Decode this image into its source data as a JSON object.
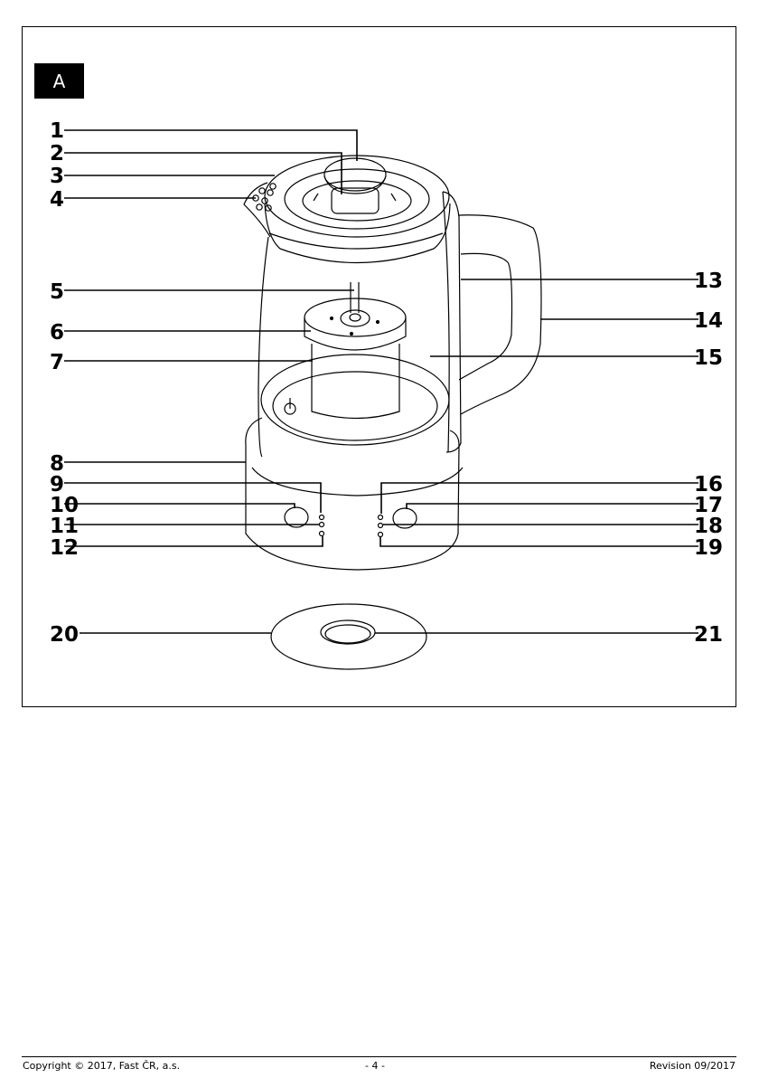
{
  "figure": {
    "badge": "A",
    "labels_left": [
      "1",
      "2",
      "3",
      "4",
      "5",
      "6",
      "7",
      "8",
      "9",
      "10",
      "11",
      "12",
      "20"
    ],
    "labels_right": [
      "13",
      "14",
      "15",
      "16",
      "17",
      "18",
      "19",
      "21"
    ]
  },
  "footer": {
    "copyright": "Copyright © 2017, Fast ČR, a.s.",
    "page": "- 4 -",
    "revision": "Revision 09/2017"
  }
}
